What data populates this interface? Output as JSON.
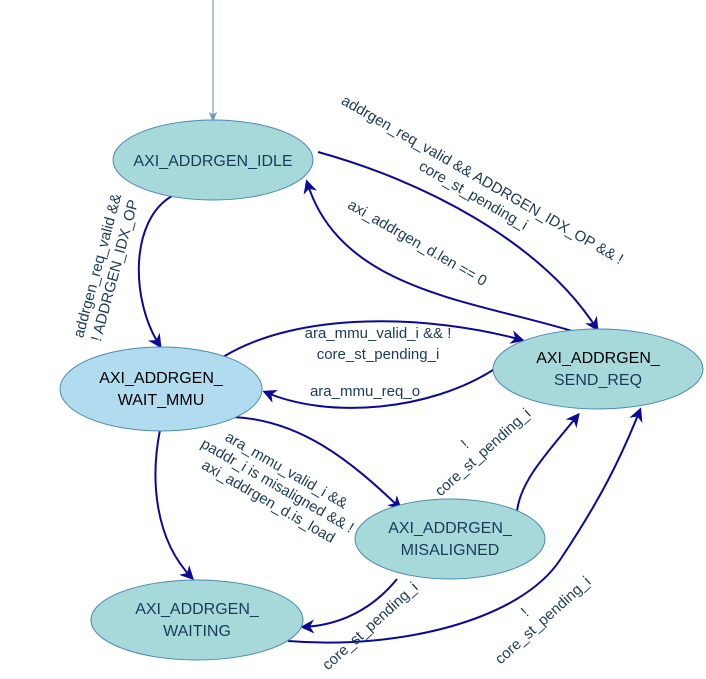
{
  "diagram": {
    "type": "state-machine",
    "states": {
      "idle": {
        "lines": [
          "AXI_ADDRGEN_IDLE"
        ]
      },
      "wait_mmu": {
        "lines": [
          "AXI_ADDRGEN_",
          "WAIT_MMU"
        ]
      },
      "send_req": {
        "lines": [
          "AXI_ADDRGEN_",
          "SEND_REQ"
        ]
      },
      "misaligned": {
        "lines": [
          "AXI_ADDRGEN_",
          "MISALIGNED"
        ]
      },
      "waiting": {
        "lines": [
          "AXI_ADDRGEN_",
          "WAITING"
        ]
      }
    },
    "transitions": {
      "idle_to_send_req": {
        "from": "AXI_ADDRGEN_IDLE",
        "to": "AXI_ADDRGEN_SEND_REQ",
        "lines": [
          "addrgen_req_valid && ADDRGEN_IDX_OP && !",
          "core_st_pending_i"
        ]
      },
      "send_req_to_idle": {
        "from": "AXI_ADDRGEN_SEND_REQ",
        "to": "AXI_ADDRGEN_IDLE",
        "lines": [
          "axi_addrgen_d.len == 0"
        ]
      },
      "idle_to_wait_mmu": {
        "from": "AXI_ADDRGEN_IDLE",
        "to": "AXI_ADDRGEN_WAIT_MMU",
        "lines": [
          "addrgen_req_valid &&",
          "! ADDRGEN_IDX_OP"
        ]
      },
      "wait_mmu_to_send_req": {
        "from": "AXI_ADDRGEN_WAIT_MMU",
        "to": "AXI_ADDRGEN_SEND_REQ",
        "lines": [
          "ara_mmu_valid_i &&  !",
          "core_st_pending_i"
        ]
      },
      "send_req_to_wait_mmu": {
        "from": "AXI_ADDRGEN_SEND_REQ",
        "to": "AXI_ADDRGEN_WAIT_MMU",
        "lines": [
          "ara_mmu_req_o"
        ]
      },
      "wait_mmu_to_misaligned": {
        "from": "AXI_ADDRGEN_WAIT_MMU",
        "to": "AXI_ADDRGEN_MISALIGNED",
        "lines": [
          "ara_mmu_valid_i &&",
          "paddr_i is misaligned && !",
          "axi_addrgen_d.is_load"
        ]
      },
      "misaligned_to_send_req": {
        "from": "AXI_ADDRGEN_MISALIGNED",
        "to": "AXI_ADDRGEN_SEND_REQ",
        "lines": [
          "!",
          "core_st_pending_i"
        ]
      },
      "wait_mmu_to_waiting": {
        "from": "AXI_ADDRGEN_WAIT_MMU",
        "to": "AXI_ADDRGEN_WAITING",
        "lines": []
      },
      "misaligned_to_waiting": {
        "from": "AXI_ADDRGEN_MISALIGNED",
        "to": "AXI_ADDRGEN_WAITING",
        "lines": [
          "core_st_pending_i"
        ]
      },
      "waiting_to_send_req": {
        "from": "AXI_ADDRGEN_WAITING",
        "to": "AXI_ADDRGEN_SEND_REQ",
        "lines": [
          "!",
          "core_st_pending_i"
        ]
      }
    },
    "colors": {
      "state_fill": "#a7d9db",
      "state_fill_highlight": "#b1dcef",
      "state_stroke": "#4a8ab0",
      "edge": "#0a0a96",
      "initial_edge": "#8fb3c9",
      "text": "#1a3a5a"
    }
  }
}
